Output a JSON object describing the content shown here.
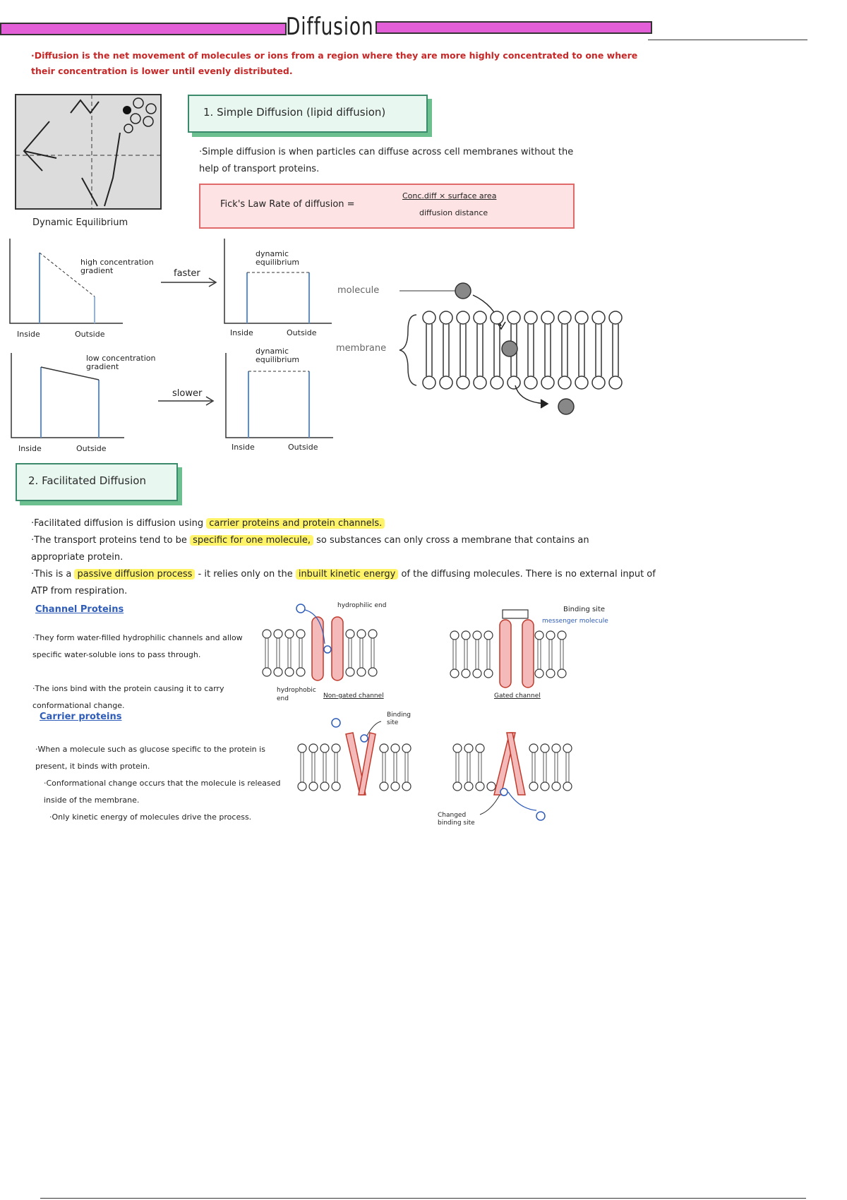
{
  "title": "Diffusion",
  "intro": "·Diffusion is the net movement of molecules or ions from a region where they are more highly concentrated to one where their concentration is lower until evenly distributed.",
  "section1": {
    "heading": "1. Simple Diffusion (lipid diffusion)",
    "text": "·Simple diffusion is when particles can diffuse across cell membranes without the help of transport proteins.",
    "fick_label": "Fick's Law Rate of diffusion =",
    "fick_numerator": "Conc.diff × surface area",
    "fick_denominator": "diffusion distance"
  },
  "dynamic_equilibrium_label": "Dynamic Equilibrium",
  "graphs": {
    "high_gradient": "high concentration gradient",
    "low_gradient": "low concentration gradient",
    "faster": "faster",
    "slower": "slower",
    "dyn_eq": "dynamic equilibrium",
    "inside": "Inside",
    "outside": "Outside"
  },
  "membrane_diagram": {
    "molecule": "molecule",
    "membrane": "membrane"
  },
  "section2": {
    "heading": "2. Facilitated Diffusion",
    "bullet1_pre": "·Facilitated diffusion is diffusion using",
    "bullet1_hl": "carrier proteins and protein channels.",
    "bullet2_pre": "·The transport proteins tend to be",
    "bullet2_hl": "specific for one molecule,",
    "bullet2_post": "so substances can only cross a membrane that contains an appropriate protein.",
    "bullet3_pre": "·This is a",
    "bullet3_hl1": "passive diffusion process",
    "bullet3_mid": "- it relies only on the",
    "bullet3_hl2": "inbuilt kinetic energy",
    "bullet3_post": "of the diffusing molecules. There is no external input of ATP from respiration."
  },
  "channel": {
    "heading": "Channel Proteins",
    "text1": "·They form water-filled hydrophilic channels and allow specific water-soluble ions to pass through.",
    "text2": "·The ions bind with the protein causing it to carry conformational change.",
    "hydrophilic_end": "hydrophilic end",
    "hydrophobic_end": "hydrophobic end",
    "non_gated": "Non-gated channel",
    "binding_site": "Binding site",
    "messenger": "messenger molecule",
    "gated": "Gated channel"
  },
  "carrier": {
    "heading": "Carrier proteins",
    "text1": "·When a molecule such as glucose specific to the protein is present, it binds with protein.",
    "text2": "·Conformational change occurs that the molecule is released inside of the membrane.",
    "text3": "·Only kinetic energy of molecules drive the process.",
    "binding_site": "Binding site",
    "changed_site": "Changed binding site"
  },
  "colors": {
    "accent_pink": "#e35fd7",
    "intro_red": "#c62828",
    "green_box": "#3b8a6c",
    "highlight": "#fff36a",
    "protein": "#f4b9b9",
    "link_blue": "#2e5cb8"
  }
}
